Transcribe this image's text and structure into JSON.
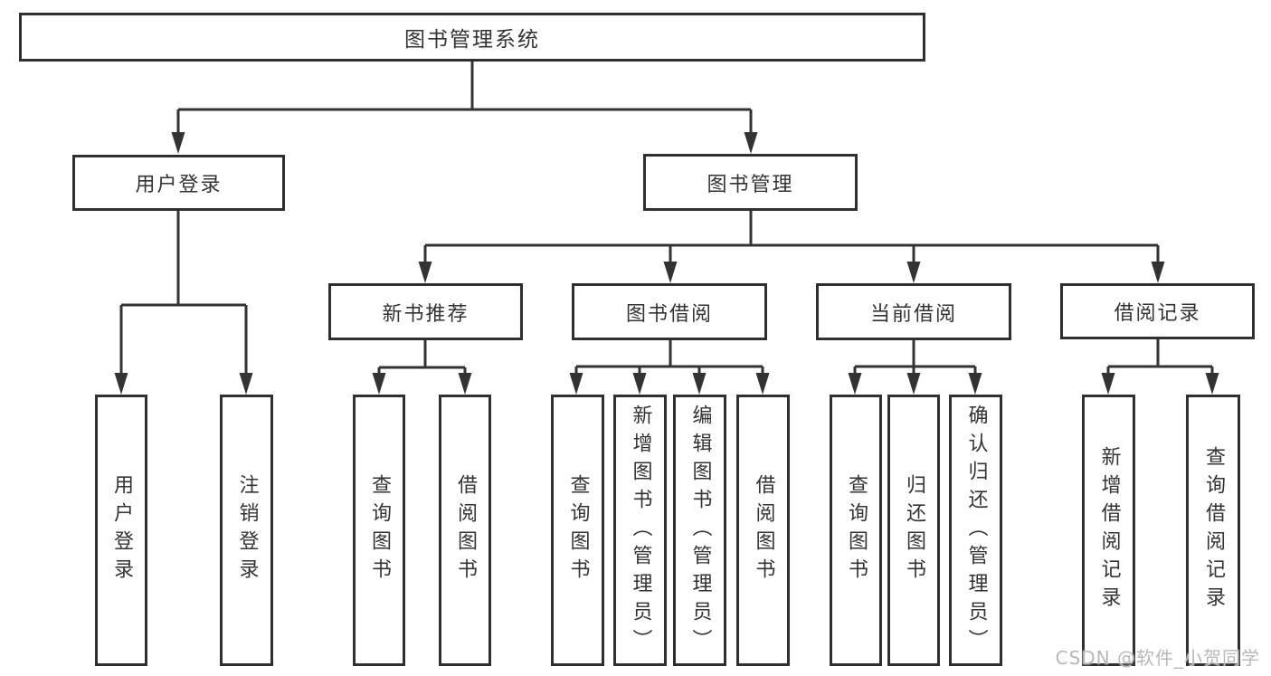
{
  "diagram": {
    "root": {
      "label": "图书管理系统"
    },
    "branches": [
      {
        "label": "用户登录",
        "children": [
          {
            "label": "用户登录"
          },
          {
            "label": "注销登录"
          }
        ]
      },
      {
        "label": "图书管理",
        "children": [
          {
            "label": "新书推荐",
            "children": [
              {
                "label": "查询图书"
              },
              {
                "label": "借阅图书"
              }
            ]
          },
          {
            "label": "图书借阅",
            "children": [
              {
                "label": "查询图书"
              },
              {
                "label": "新增图书（管理员）"
              },
              {
                "label": "编辑图书（管理员）"
              },
              {
                "label": "借阅图书"
              }
            ]
          },
          {
            "label": "当前借阅",
            "children": [
              {
                "label": "查询图书"
              },
              {
                "label": "归还图书"
              },
              {
                "label": "确认归还（管理员）"
              }
            ]
          },
          {
            "label": "借阅记录",
            "children": [
              {
                "label": "新增借阅记录"
              },
              {
                "label": "查询借阅记录"
              }
            ]
          }
        ]
      }
    ]
  },
  "watermark": {
    "text": "CSDN @软件_小贺同学",
    "color": "#b8b8b8"
  },
  "colors": {
    "line": "#333333",
    "box_border": "#2f2f2f",
    "box_bg": "#ffffff",
    "text": "#333333"
  }
}
